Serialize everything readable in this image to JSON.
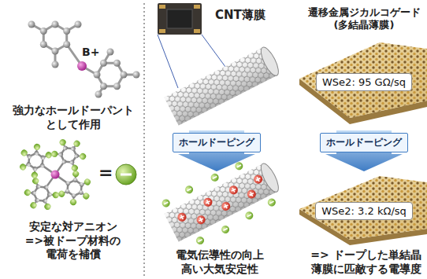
{
  "diagram": {
    "nodes": [
      {
        "text": [
          "ホールドーピング"
        ]
      },
      {
        "text": [
          "WSe2: 95 GΩ/sq"
        ]
      },
      {
        "text": [
          "ホールドーピング"
        ]
      },
      {
        "text": [
          "WSe2: 3.2 kΩ/sq"
        ]
      }
    ],
    "labels": [
      "B+",
      "強力なホールドーパント として作用",
      "=",
      "安定な対アニオン =>被ドープ材料の 電荷を補償",
      "CNT薄膜",
      "電気伝導性の向上 高い大気安定性",
      "遷移金属ジカルコゲード (多結晶薄膜)",
      "=> ドープした単結晶 薄膜に匹敵する電導度"
    ]
  }
}
